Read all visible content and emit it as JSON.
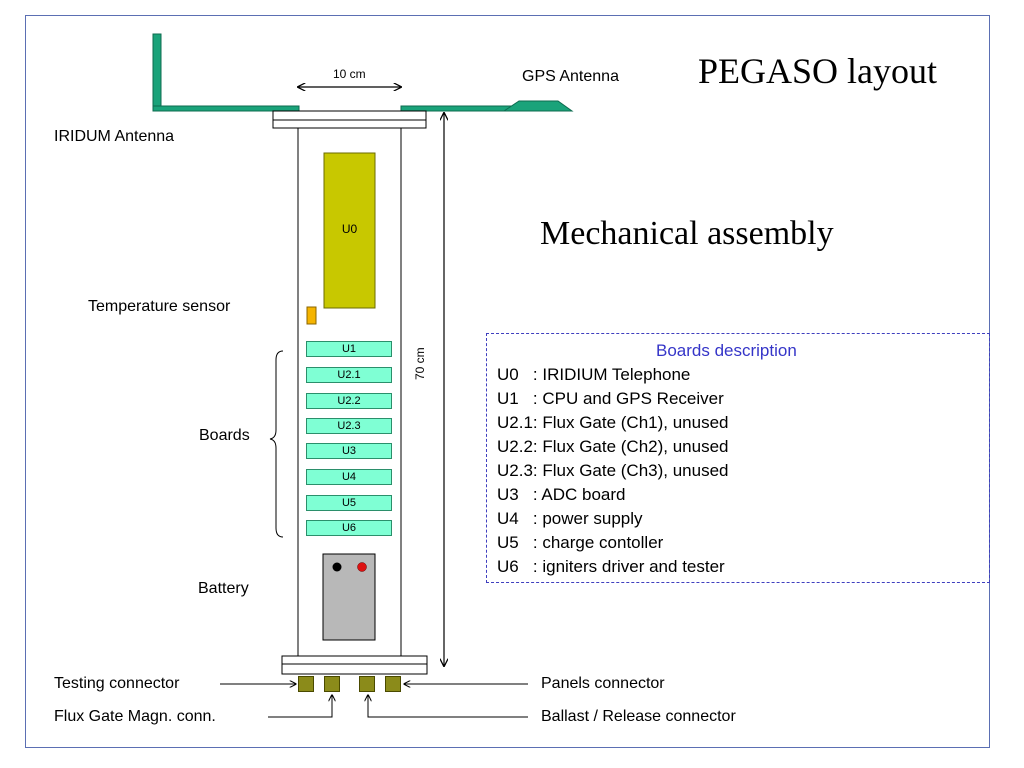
{
  "title": "PEGASO layout",
  "subtitle": "Mechanical assembly",
  "labels": {
    "gps_antenna": "GPS Antenna",
    "iridium_antenna": "IRIDUM Antenna",
    "width_dim": "10 cm",
    "height_dim": "70 cm",
    "temperature_sensor": "Temperature sensor",
    "boards": "Boards",
    "battery": "Battery",
    "testing_connector": "Testing connector",
    "flux_gate_conn": "Flux Gate Magn. conn.",
    "panels_connector": "Panels connector",
    "ballast_connector": "Ballast / Release connector"
  },
  "module_u0": "U0",
  "boards": [
    "U1",
    "U2.1",
    "U2.2",
    "U2.3",
    "U3",
    "U4",
    "U5",
    "U6"
  ],
  "description": {
    "title": "Boards description",
    "lines": [
      "U0   : IRIDIUM Telephone",
      "U1   : CPU and GPS Receiver",
      "U2.1: Flux Gate (Ch1), unused",
      "U2.2: Flux Gate (Ch2), unused",
      "U2.3: Flux Gate (Ch3), unused",
      "U3   : ADC board",
      "U4   : power supply",
      "U5   : charge contoller",
      "U6   : igniters driver and tester"
    ]
  },
  "colors": {
    "antenna": "#1aa37a",
    "u0": "#c8c800",
    "board": "#7fffd4",
    "battery": "#b8b8b8",
    "sensor": "#f5b400",
    "connector": "#8b8b1a",
    "frame": "#5b6fb3",
    "desc_accent": "#3535c8"
  }
}
